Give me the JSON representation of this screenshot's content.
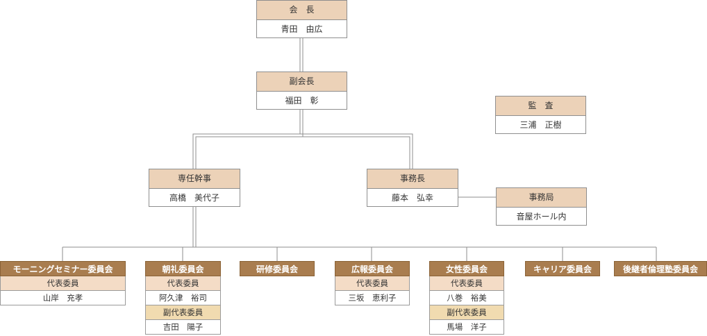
{
  "president": {
    "title": "会　長",
    "name": "青田　由広"
  },
  "vice_president": {
    "title": "副会長",
    "name": "福田　彰"
  },
  "auditor": {
    "title": "監　査",
    "name": "三浦　正樹"
  },
  "executive_secretary": {
    "title": "専任幹事",
    "name": "高橋　美代子"
  },
  "secretary_general": {
    "title": "事務長",
    "name": "藤本　弘幸"
  },
  "secretariat": {
    "title": "事務局",
    "name": "音屋ホール内"
  },
  "committees": [
    {
      "title": "モーニングセミナー委員会",
      "rows": [
        {
          "text": "代表委員",
          "kind": "role"
        },
        {
          "text": "山岸　充孝",
          "kind": "name"
        }
      ]
    },
    {
      "title": "朝礼委員会",
      "rows": [
        {
          "text": "代表委員",
          "kind": "role"
        },
        {
          "text": "阿久津　裕司",
          "kind": "name"
        },
        {
          "text": "副代表委員",
          "kind": "role2"
        },
        {
          "text": "吉田　陽子",
          "kind": "name"
        }
      ]
    },
    {
      "title": "研修委員会",
      "rows": []
    },
    {
      "title": "広報委員会",
      "rows": [
        {
          "text": "代表委員",
          "kind": "role"
        },
        {
          "text": "三坂　恵利子",
          "kind": "name"
        }
      ]
    },
    {
      "title": "女性委員会",
      "rows": [
        {
          "text": "代表委員",
          "kind": "role"
        },
        {
          "text": "八巻　裕美",
          "kind": "name"
        },
        {
          "text": "副代表委員",
          "kind": "role2"
        },
        {
          "text": "馬場　洋子",
          "kind": "name"
        }
      ]
    },
    {
      "title": "キャリア委員会",
      "rows": []
    },
    {
      "title": "後継者倫理塾委員会",
      "rows": []
    }
  ]
}
